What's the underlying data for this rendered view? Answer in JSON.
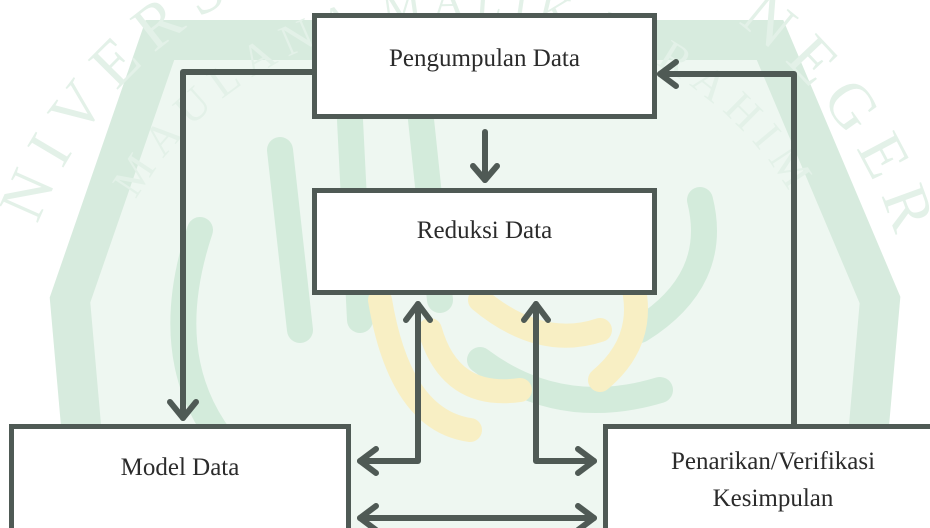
{
  "colors": {
    "border": "#4f5a55",
    "arrow": "#4f5a55",
    "text": "#2b2b2b",
    "background": "#ffffff",
    "watermark_green": "#e3f1e8",
    "watermark_yellow": "#fbf0bb"
  },
  "nodes": {
    "pengumpulan": {
      "label": "Pengumpulan Data"
    },
    "reduksi": {
      "label": "Reduksi Data"
    },
    "model": {
      "label": "Model Data"
    },
    "penarikan": {
      "line1": "Penarikan/Verifikasi",
      "line2": "Kesimpulan"
    }
  },
  "watermark": {
    "top_arc_text": "UNIVERSITAS ISLAM NEGERI",
    "inner_arc_text": "MAULANA MALIK IBRAHIM"
  }
}
